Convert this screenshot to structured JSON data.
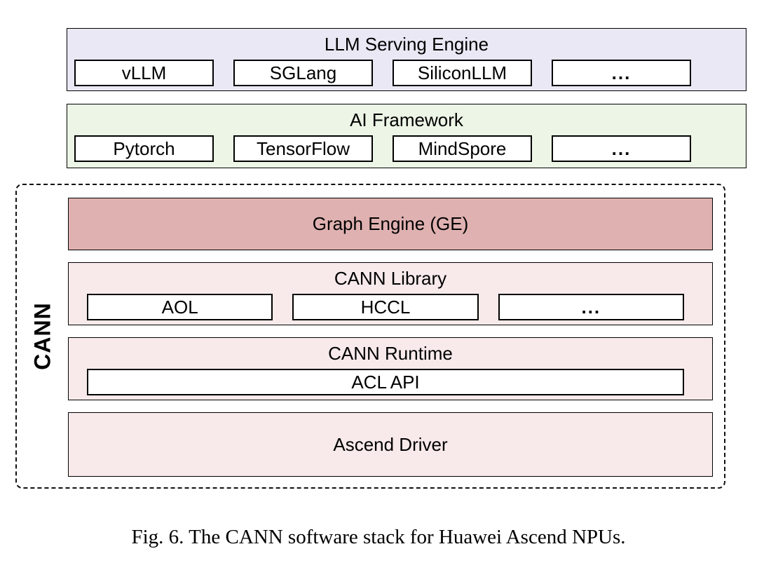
{
  "figure": {
    "caption": "Fig. 6. The CANN software stack for Huawei Ascend NPUs."
  },
  "colors": {
    "llm_serving_bg": "#e9e8f4",
    "ai_framework_bg": "#ecf5e6",
    "graph_engine_bg": "#e0b1b1",
    "cann_inner_bg": "#f8eaea",
    "border": "#000000"
  },
  "layers": {
    "llm_serving": {
      "title": "LLM Serving Engine",
      "items": [
        "vLLM",
        "SGLang",
        "SiliconLLM",
        "..."
      ]
    },
    "ai_framework": {
      "title": "AI Framework",
      "items": [
        "Pytorch",
        "TensorFlow",
        "MindSpore",
        "..."
      ]
    },
    "cann": {
      "label": "CANN",
      "graph_engine": {
        "title": "Graph Engine (GE)"
      },
      "cann_library": {
        "title": "CANN Library",
        "items": [
          "AOL",
          "HCCL",
          "..."
        ]
      },
      "cann_runtime": {
        "title": "CANN Runtime",
        "items": [
          "ACL API"
        ]
      },
      "ascend_driver": {
        "title": "Ascend Driver"
      }
    }
  }
}
